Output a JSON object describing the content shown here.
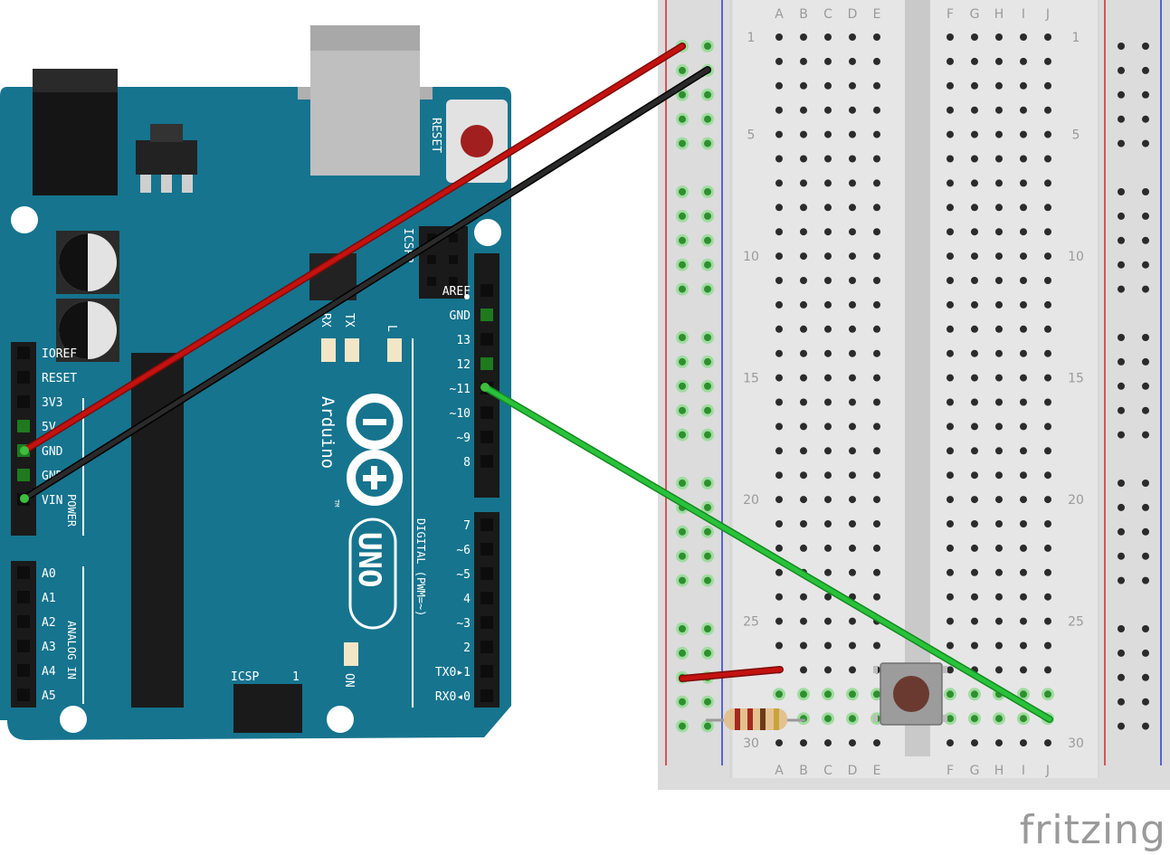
{
  "colors": {
    "board": "#16748e",
    "board_dark": "#0f5b70",
    "breadboard": "#dcdcdc",
    "breadboard_light": "#e9e9e9",
    "wire_red": "#c4120f",
    "wire_black": "#1b1b1b",
    "wire_green": "#29c23a",
    "hole": "#2b2b2b",
    "hole_active": "#7fd27f",
    "rail_red": "#d22a2a",
    "rail_blue": "#2a3bd2"
  },
  "arduino": {
    "reset_label": "RESET",
    "icsp2_label": "ICSP2",
    "icsp_label": "ICSP",
    "icsp_pin1": "1",
    "brand": "Arduino",
    "tm": "TM",
    "model": "UNO",
    "rx": "RX",
    "tx": "TX",
    "led_l": "L",
    "on": "ON",
    "power_label": "POWER",
    "analog_label": "ANALOG IN",
    "digital_label": "DIGITAL (PWM=~)",
    "power_pins": [
      "IOREF",
      "RESET",
      "3V3",
      "5V",
      "GND",
      "GND",
      "VIN"
    ],
    "analog_pins": [
      "A0",
      "A1",
      "A2",
      "A3",
      "A4",
      "A5"
    ],
    "digital_top_pins": [
      "AREF",
      "GND",
      "13",
      "12",
      "~11",
      "~10",
      "~9",
      "8"
    ],
    "digital_bottom_pins": [
      "7",
      "~6",
      "~5",
      "4",
      "~3",
      "2",
      "TX0▸1",
      "RX0◂0"
    ]
  },
  "breadboard": {
    "columns_left": [
      "A",
      "B",
      "C",
      "D",
      "E"
    ],
    "columns_right": [
      "F",
      "G",
      "H",
      "I",
      "J"
    ],
    "row_numbers": [
      "1",
      "5",
      "10",
      "15",
      "20",
      "25",
      "30"
    ]
  },
  "watermark": "fritzing"
}
